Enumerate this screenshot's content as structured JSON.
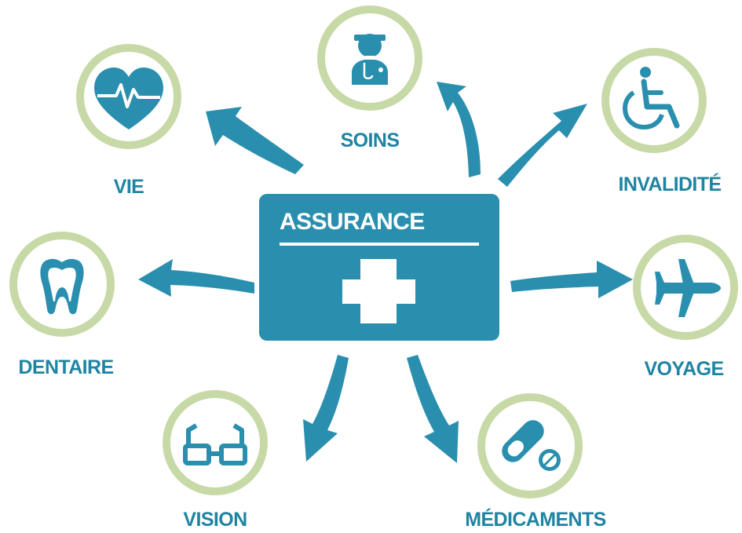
{
  "colors": {
    "primary": "#2a8fae",
    "label": "#1f84a3",
    "ring": "#c6d9a6",
    "card": "#2a8fae",
    "card_text": "#ffffff"
  },
  "center": {
    "title": "ASSURANCE",
    "icon": "medical-cross-icon"
  },
  "nodes": {
    "soins": {
      "label": "SOINS",
      "icon": "doctor-icon"
    },
    "vie": {
      "label": "VIE",
      "icon": "heart-pulse-icon"
    },
    "invalidite": {
      "label": "INVALIDITÉ",
      "icon": "wheelchair-icon"
    },
    "dentaire": {
      "label": "DENTAIRE",
      "icon": "tooth-icon"
    },
    "voyage": {
      "label": "VOYAGE",
      "icon": "airplane-icon"
    },
    "vision": {
      "label": "VISION",
      "icon": "glasses-icon"
    },
    "medicaments": {
      "label": "MÉDICAMENTS",
      "icon": "pills-icon"
    }
  }
}
